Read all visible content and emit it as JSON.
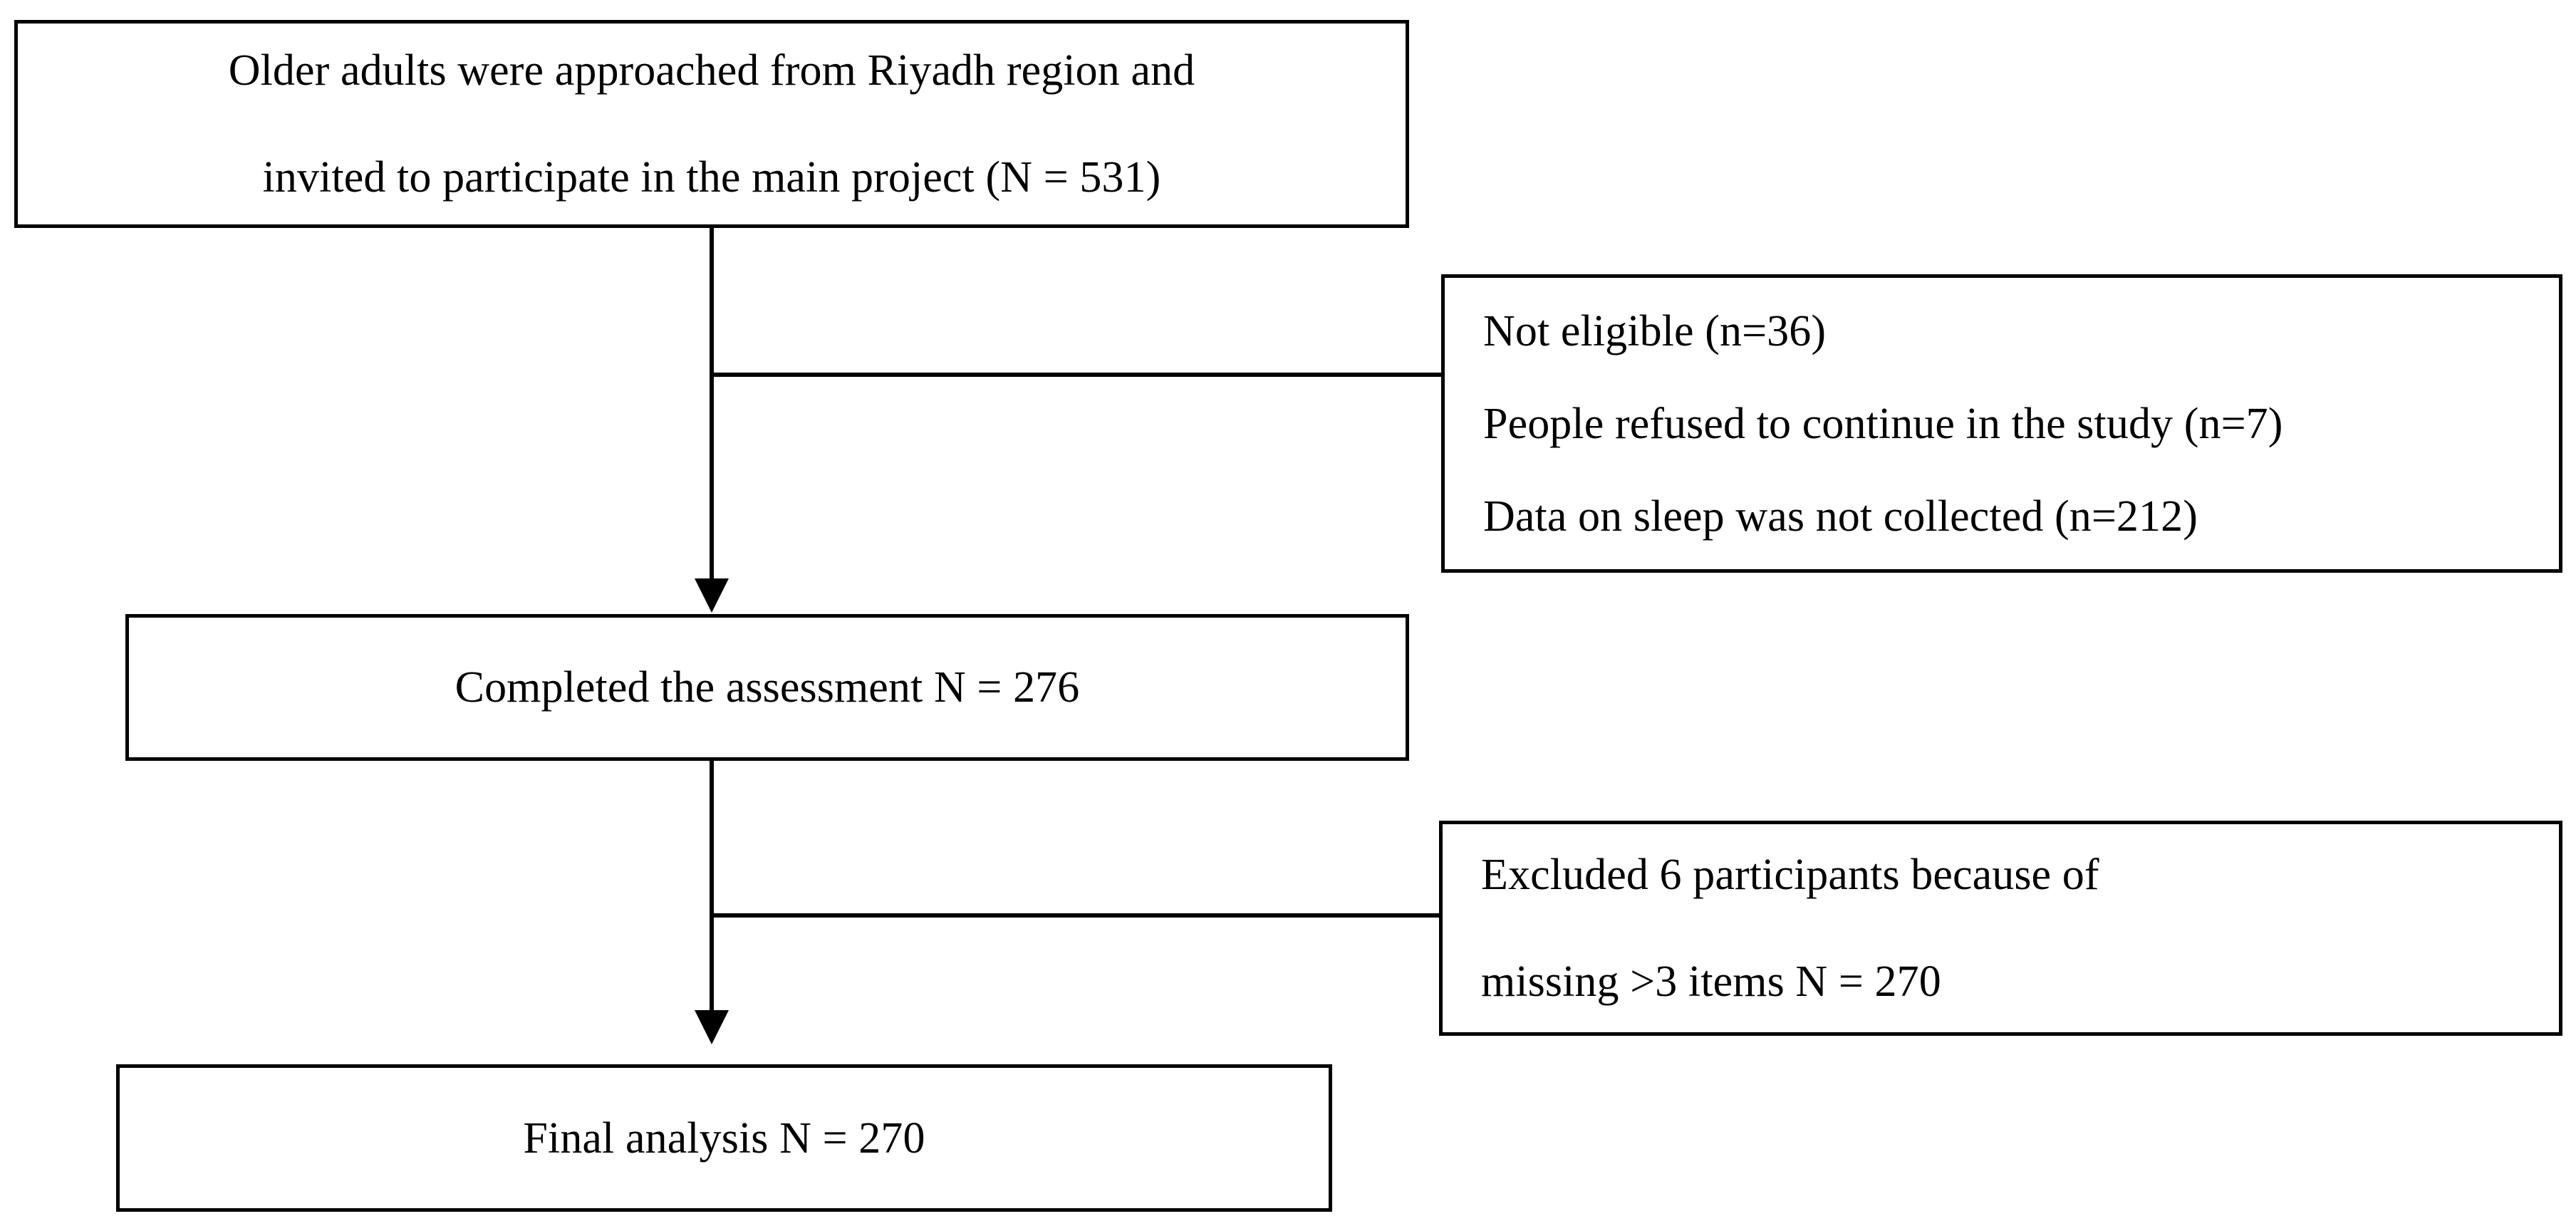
{
  "figure": {
    "type": "participant-flow-diagram",
    "orientation": "top-to-bottom",
    "background_color": "#ffffff",
    "line_color": "#000000",
    "text_color": "#000000"
  },
  "nodes": {
    "approached": {
      "line1": "Older adults were approached from Riyadh region and",
      "line2": "invited to participate in the main project (N = 531)",
      "count_label": "N = 531",
      "count_value": 531
    },
    "completed": {
      "line1": "Completed the assessment N = 276",
      "count_label": "N = 276",
      "count_value": 276
    },
    "final": {
      "line1": "Final analysis N = 270",
      "count_label": "N = 270",
      "count_value": 270
    },
    "excluded_1": {
      "line1": "Not eligible (n=36)",
      "line2": "People refused to continue in the study (n=7)",
      "line3": "Data on sleep was not collected (n=212)",
      "reasons": [
        {
          "reason": "Not eligible",
          "n_label": "(n=36)",
          "n_value": 36
        },
        {
          "reason": "People refused to continue in the study",
          "n_label": "(n=7)",
          "n_value": 7
        },
        {
          "reason": "Data on sleep was not collected",
          "n_label": "(n=212)",
          "n_value": 212
        }
      ]
    },
    "excluded_2": {
      "line1": "Excluded 6 participants because of",
      "line2": "missing >3 items N = 270",
      "excluded_count": 6,
      "criterion": "missing >3 items",
      "remaining_label": "N = 270",
      "remaining_value": 270
    }
  },
  "connectors": [
    {
      "name": "approached-to-completed",
      "kind": "arrow-down",
      "arrowhead": "solid-triangle"
    },
    {
      "name": "approached-to-excluded-1",
      "kind": "branch-right",
      "arrowhead": "none"
    },
    {
      "name": "completed-to-final",
      "kind": "arrow-down",
      "arrowhead": "solid-triangle"
    },
    {
      "name": "completed-to-excluded-2",
      "kind": "branch-right",
      "arrowhead": "none"
    }
  ]
}
